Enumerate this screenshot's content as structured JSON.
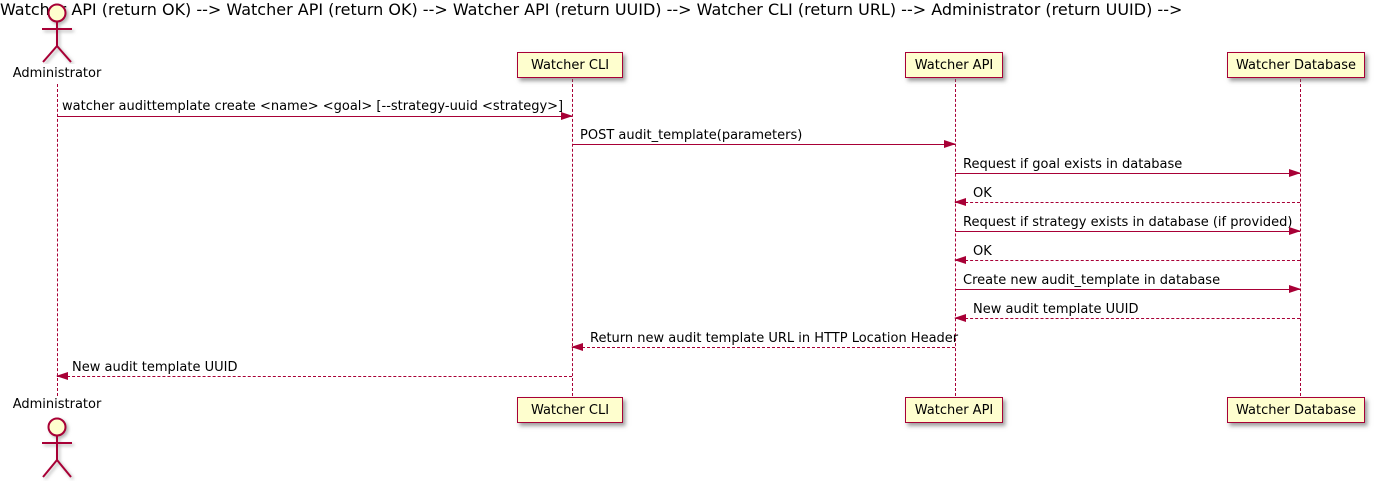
{
  "diagram": {
    "type": "sequence-diagram",
    "participants": [
      {
        "id": "administrator",
        "label": "Administrator",
        "kind": "actor"
      },
      {
        "id": "watcher-cli",
        "label": "Watcher CLI",
        "kind": "participant"
      },
      {
        "id": "watcher-api",
        "label": "Watcher API",
        "kind": "participant"
      },
      {
        "id": "watcher-database",
        "label": "Watcher Database",
        "kind": "participant"
      }
    ],
    "messages": [
      {
        "from": "administrator",
        "to": "watcher-cli",
        "style": "solid",
        "label": "watcher audittemplate create <name> <goal> [--strategy-uuid <strategy>]"
      },
      {
        "from": "watcher-cli",
        "to": "watcher-api",
        "style": "solid",
        "label": "POST audit_template(parameters)"
      },
      {
        "from": "watcher-api",
        "to": "watcher-database",
        "style": "solid",
        "label": "Request if goal exists in database"
      },
      {
        "from": "watcher-database",
        "to": "watcher-api",
        "style": "dashed",
        "label": "OK"
      },
      {
        "from": "watcher-api",
        "to": "watcher-database",
        "style": "solid",
        "label": "Request if strategy exists in database (if provided)"
      },
      {
        "from": "watcher-database",
        "to": "watcher-api",
        "style": "dashed",
        "label": "OK"
      },
      {
        "from": "watcher-api",
        "to": "watcher-database",
        "style": "solid",
        "label": "Create new audit_template in database"
      },
      {
        "from": "watcher-database",
        "to": "watcher-api",
        "style": "dashed",
        "label": "New audit template UUID"
      },
      {
        "from": "watcher-api",
        "to": "watcher-cli",
        "style": "dashed",
        "label": "Return new audit template URL in HTTP Location Header"
      },
      {
        "from": "watcher-cli",
        "to": "administrator",
        "style": "dashed",
        "label": "New audit template UUID"
      }
    ],
    "colors": {
      "line": "#A80036",
      "participant_fill": "#FEFECE",
      "text": "#000000",
      "background": "#FFFFFF"
    }
  }
}
